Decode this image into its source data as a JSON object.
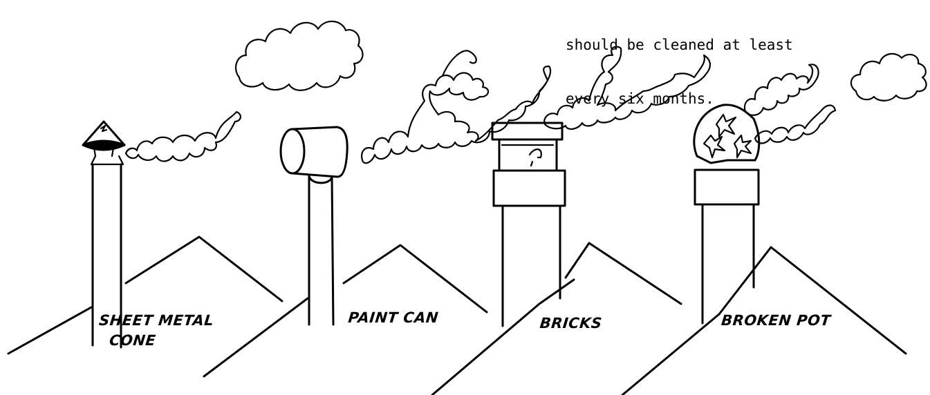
{
  "caption": {
    "lines": [
      "should be cleaned at least",
      "every six months."
    ]
  },
  "chimney_tops": [
    {
      "label_lines": [
        "SHEET METAL",
        "CONE"
      ],
      "icon": "sheet-metal-cone"
    },
    {
      "label_lines": [
        "PAINT CAN"
      ],
      "icon": "paint-can"
    },
    {
      "label_lines": [
        "BRICKS"
      ],
      "icon": "bricks"
    },
    {
      "label_lines": [
        "BROKEN POT"
      ],
      "icon": "broken-pot"
    }
  ],
  "colors": {
    "ink": "#000000",
    "background": "#ffffff"
  }
}
